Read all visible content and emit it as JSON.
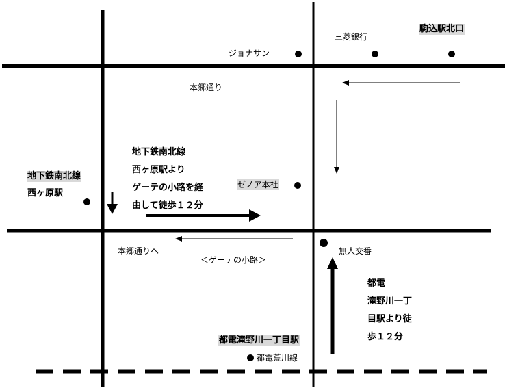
{
  "landmarks": {
    "jonathan": "ジョナサン",
    "mitsubishi_bank": "三菱銀行",
    "komagome_north_exit": "駒込駅北口",
    "hongo_dori": "本郷通り",
    "zenoa_hq": "ゼノア本社",
    "nishigahara_line": "地下鉄南北線",
    "nishigahara_station": "西ヶ原駅",
    "hongo_dori_he": "本郷通りへ",
    "goethe_lane": "＜ゲーテの小路＞",
    "koban": "無人交番",
    "takinogawa_station": "都電滝野川一丁目駅",
    "arakawa_line": "都電荒川線"
  },
  "directions": {
    "subway_lines": [
      "地下鉄南北線",
      "西ヶ原駅より",
      "ゲーテの小路を経",
      "由して徒歩１２分"
    ],
    "tram_lines": [
      "都電",
      "滝野川一丁",
      "目駅より徒",
      "歩１２分"
    ]
  },
  "colors": {
    "line": "#000000",
    "highlight": "#d9d9d9"
  }
}
